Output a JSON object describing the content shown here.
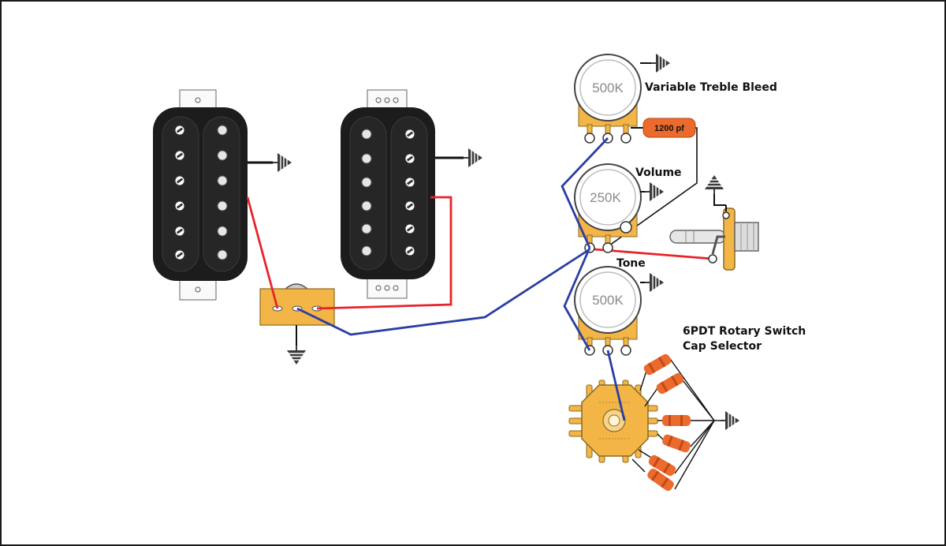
{
  "labels": {
    "treble_bleed": "Variable Treble Bleed",
    "volume": "Volume",
    "tone": "Tone",
    "rotary_line1": "6PDT Rotary Switch",
    "rotary_line2": "Cap Selector"
  },
  "pots": {
    "treble": "500K",
    "volume": "250K",
    "tone": "500K"
  },
  "capacitor": "1200 pf",
  "colors": {
    "pickup_body": "#1c1c1c",
    "pot_body": "#f4b547",
    "wire_red": "#e8232a",
    "wire_blue": "#2b3ea3",
    "cap_orange": "#ec6a2b",
    "ground": "#3a3a3a"
  }
}
